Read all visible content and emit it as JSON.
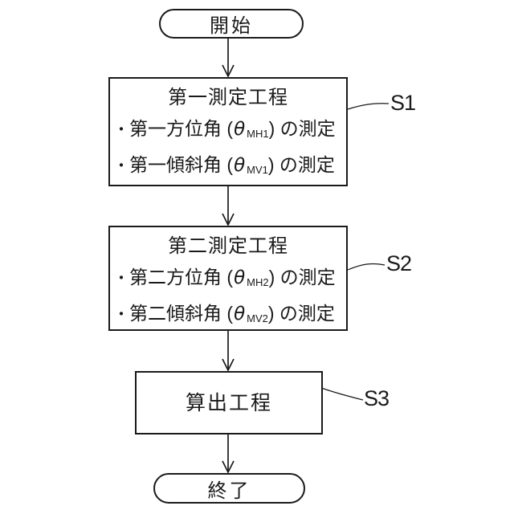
{
  "diagram": {
    "type": "flowchart",
    "start_label": "開始",
    "end_label": "終了",
    "steps": [
      {
        "id": "S1",
        "title": "第一測定工程",
        "rows": [
          {
            "bullet": "・",
            "pre": "第一方位角 (",
            "theta": "θ",
            "sub": "MH1",
            "post": ") の測定"
          },
          {
            "bullet": "・",
            "pre": "第一傾斜角 (",
            "theta": "θ",
            "sub": "MV1",
            "post": ") の測定"
          }
        ]
      },
      {
        "id": "S2",
        "title": "第二測定工程",
        "rows": [
          {
            "bullet": "・",
            "pre": "第二方位角 (",
            "theta": "θ",
            "sub": "MH2",
            "post": ") の測定"
          },
          {
            "bullet": "・",
            "pre": "第二傾斜角 (",
            "theta": "θ",
            "sub": "MV2",
            "post": ") の測定"
          }
        ]
      },
      {
        "id": "S3",
        "title": "算出工程",
        "rows": []
      }
    ],
    "colors": {
      "line": "#1a1a1a",
      "background": "#ffffff"
    }
  }
}
